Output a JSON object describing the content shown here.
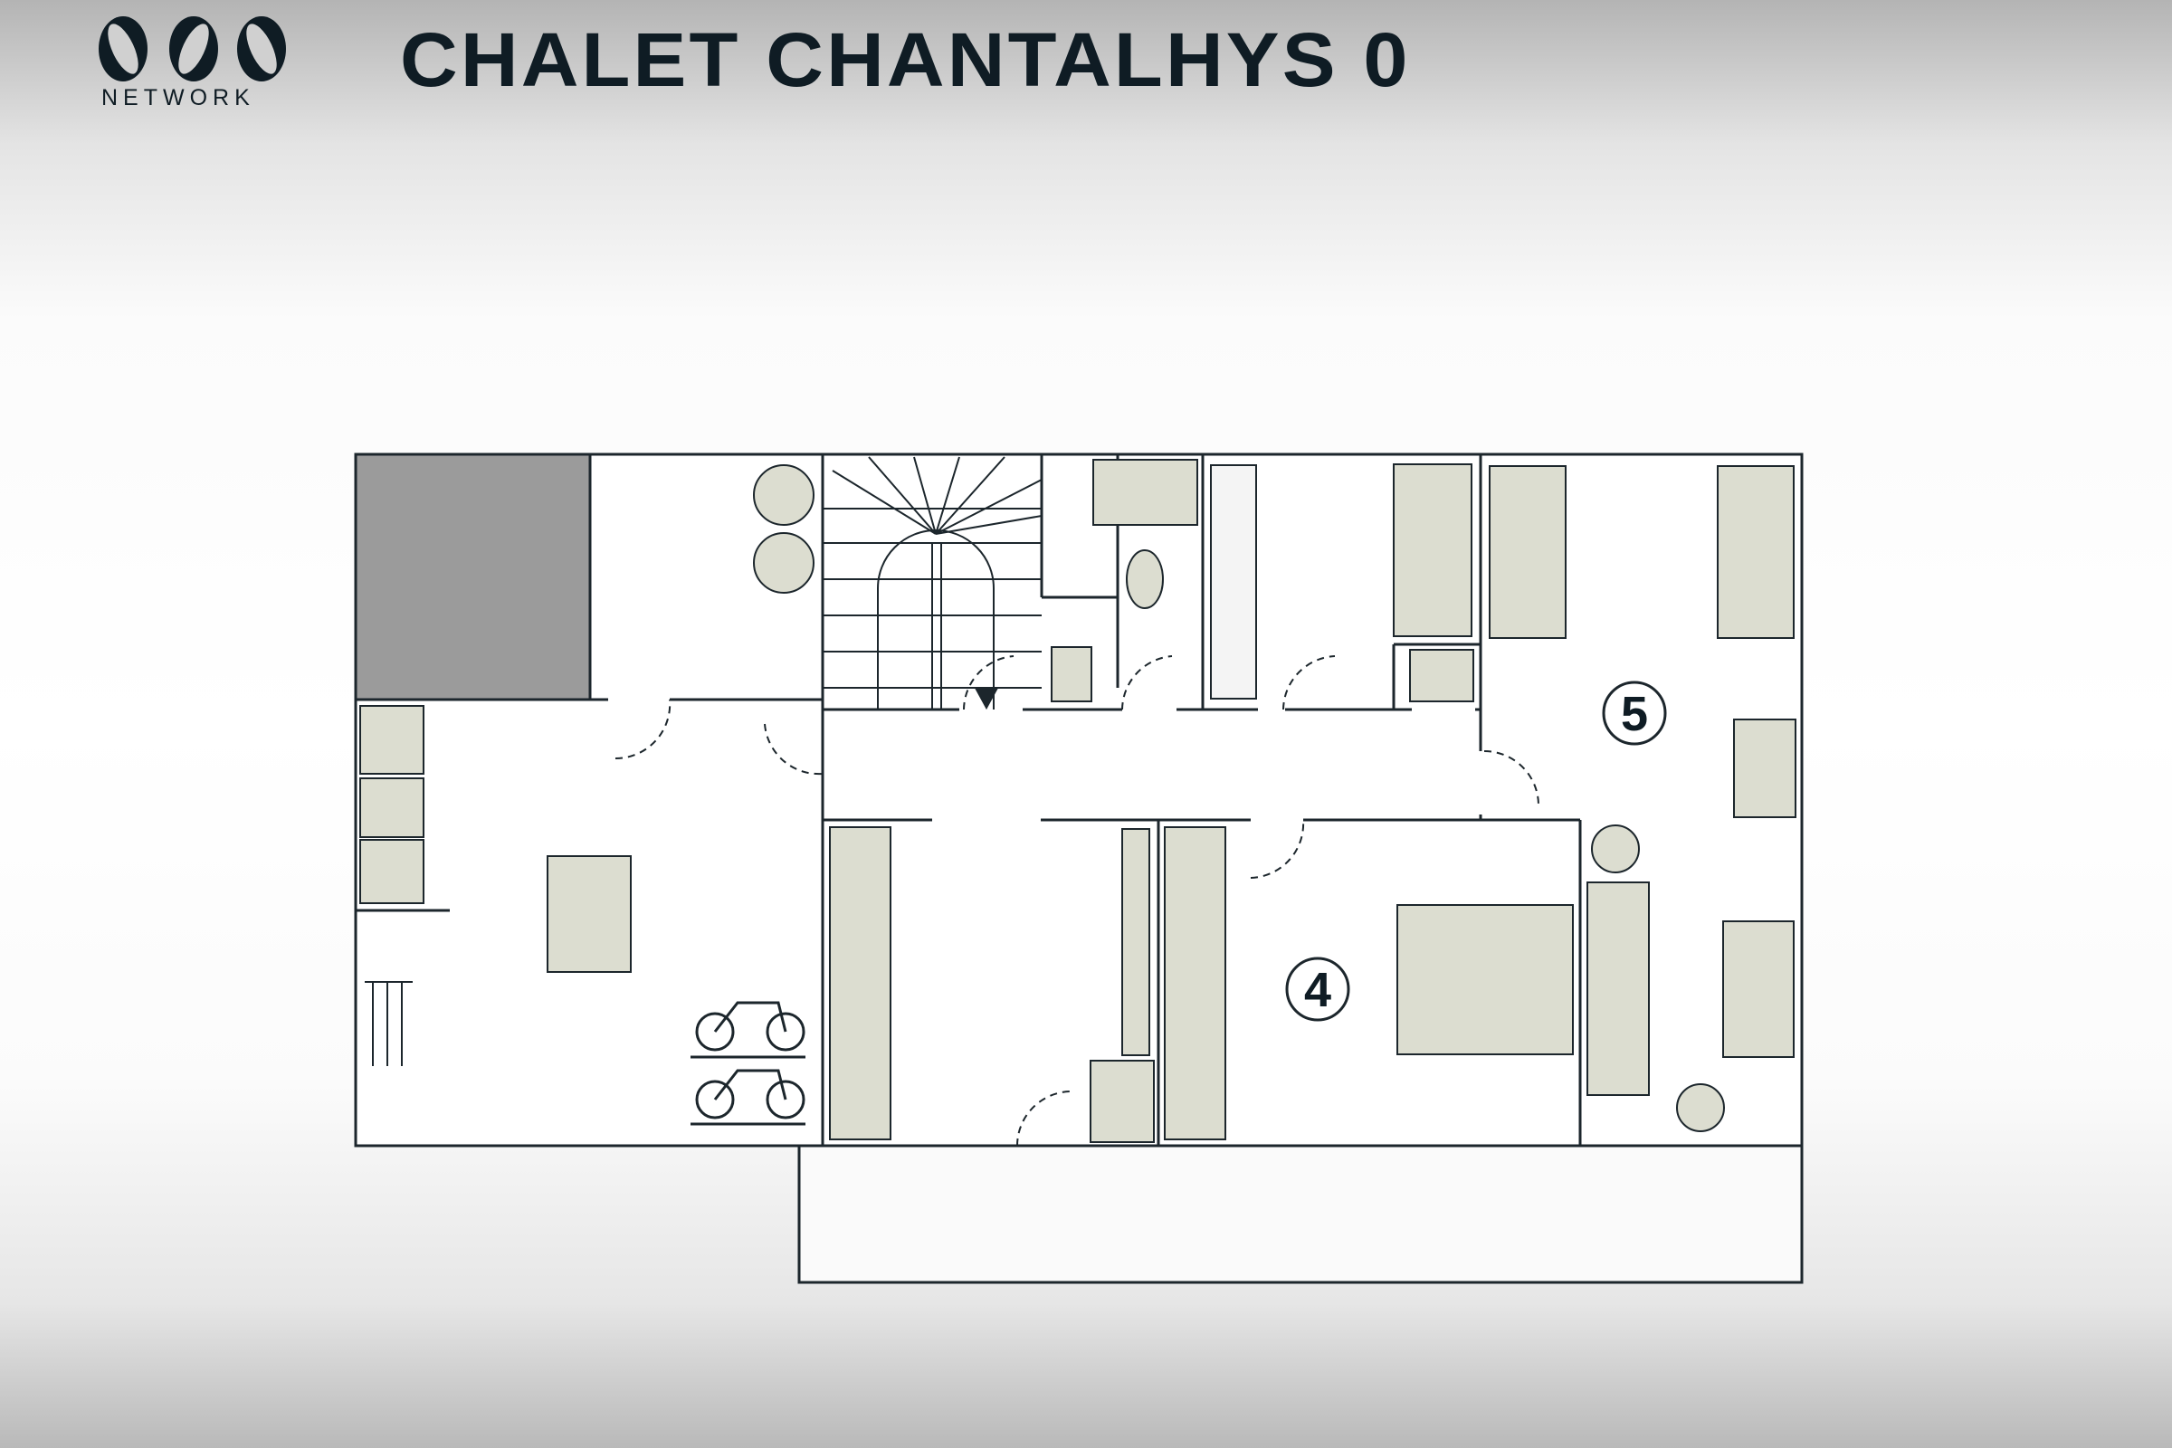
{
  "header": {
    "logo_text": "NETWORK",
    "title": "CHALET CHANTALHYS 0"
  },
  "rooms": [
    {
      "number": "4"
    },
    {
      "number": "5"
    }
  ],
  "colors": {
    "wall": "#1c262c",
    "furniture": "#dcddd0",
    "blocked": "#9b9b9b"
  }
}
